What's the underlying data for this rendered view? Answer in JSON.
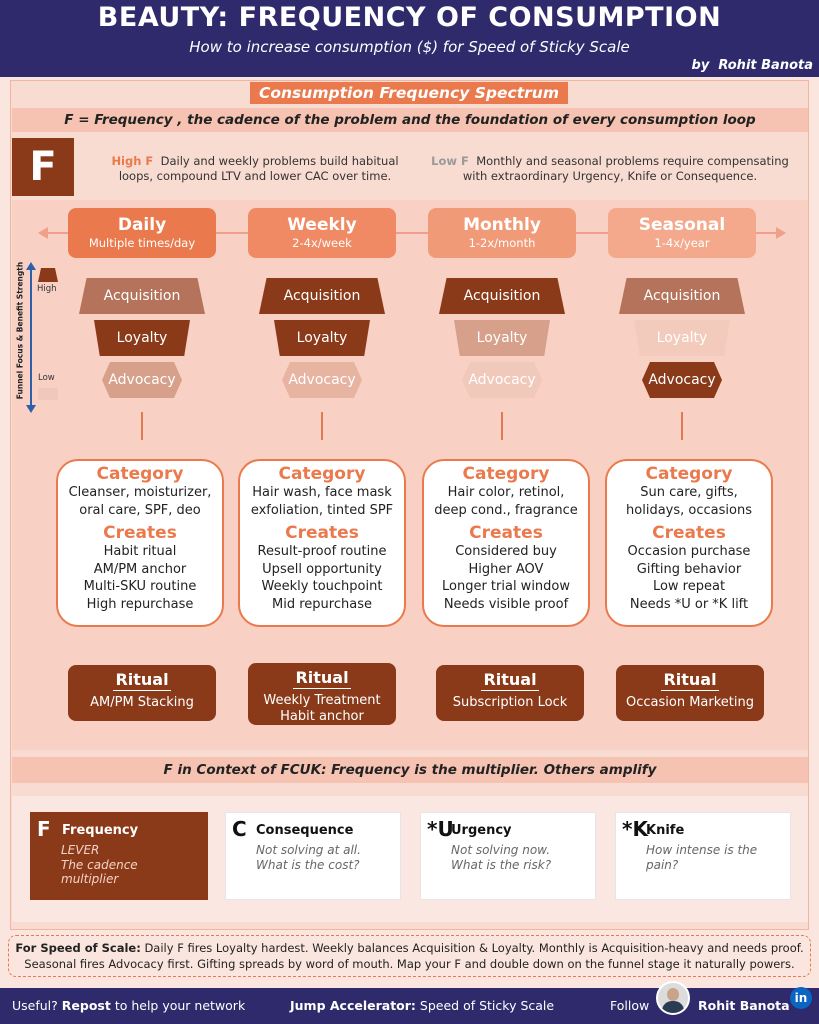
{
  "header": {
    "title": "BEAUTY: FREQUENCY OF CONSUMPTION",
    "subtitle": "How to increase consumption ($) for Speed of Sticky Scale",
    "byline_prefix": "by",
    "byline_name": "Rohit Banota"
  },
  "spectrum_title": "Consumption Frequency Spectrum",
  "definition": "F = Frequency , the cadence of the problem and the foundation of every consumption loop",
  "f_letter": "F",
  "high_f": {
    "label": "High F",
    "text": "Daily and weekly problems build habitual loops, compound LTV and lower CAC over time."
  },
  "low_f": {
    "label": "Low F",
    "text": "Monthly and seasonal problems require compensating with extraordinary Urgency, Knife or Consequence."
  },
  "axis": {
    "label": "Funnel Focus & Benefit Strength",
    "high": "High",
    "low": "Low"
  },
  "colors": {
    "navy": "#2e2a6b",
    "brown": "#8b3a19",
    "orange": "#ea7a4d",
    "peach": "#f6c2b1"
  },
  "columns": [
    {
      "name": "Daily",
      "desc": "Multiple times/day",
      "color": "#ea7a4d",
      "tiers": [
        {
          "label": "Acquisition",
          "color": "#b4735a",
          "strength": "medium"
        },
        {
          "label": "Loyalty",
          "color": "#8b3a19",
          "strength": "high"
        },
        {
          "label": "Advocacy",
          "color": "#d7a08a",
          "strength": "low"
        }
      ],
      "category_title": "Category",
      "category_lines": [
        "Cleanser, moisturizer,",
        "oral care, SPF, deo"
      ],
      "creates_title": "Creates",
      "creates_lines": [
        "Habit ritual",
        "AM/PM anchor",
        "Multi-SKU routine",
        "High repurchase"
      ],
      "ritual_title": "Ritual",
      "ritual_lines": [
        "AM/PM Stacking"
      ]
    },
    {
      "name": "Weekly",
      "desc": "2-4x/week",
      "color": "#ef8a64",
      "tiers": [
        {
          "label": "Acquisition",
          "color": "#8b3a19",
          "strength": "high"
        },
        {
          "label": "Loyalty",
          "color": "#8b3a19",
          "strength": "high"
        },
        {
          "label": "Advocacy",
          "color": "#e7b4a2",
          "strength": "low"
        }
      ],
      "category_title": "Category",
      "category_lines": [
        "Hair wash, face mask",
        "exfoliation, tinted SPF"
      ],
      "creates_title": "Creates",
      "creates_lines": [
        "Result-proof routine",
        "Upsell opportunity",
        "Weekly touchpoint",
        "Mid repurchase"
      ],
      "ritual_title": "Ritual",
      "ritual_lines": [
        "Weekly Treatment",
        "Habit anchor"
      ]
    },
    {
      "name": "Monthly",
      "desc": "1-2x/month",
      "color": "#f19a78",
      "tiers": [
        {
          "label": "Acquisition",
          "color": "#8b3a19",
          "strength": "high"
        },
        {
          "label": "Loyalty",
          "color": "#d7a08a",
          "strength": "medium"
        },
        {
          "label": "Advocacy",
          "color": "#f1c9bb",
          "strength": "low"
        }
      ],
      "category_title": "Category",
      "category_lines": [
        "Hair color, retinol,",
        "deep cond., fragrance"
      ],
      "creates_title": "Creates",
      "creates_lines": [
        "Considered buy",
        "Higher AOV",
        "Longer trial window",
        "Needs visible proof"
      ],
      "ritual_title": "Ritual",
      "ritual_lines": [
        "Subscription Lock"
      ]
    },
    {
      "name": "Seasonal",
      "desc": "1-4x/year",
      "color": "#f4a98d",
      "tiers": [
        {
          "label": "Acquisition",
          "color": "#b4735a",
          "strength": "medium"
        },
        {
          "label": "Loyalty",
          "color": "#f3cbbd",
          "strength": "low"
        },
        {
          "label": "Advocacy",
          "color": "#8b3a19",
          "strength": "high"
        }
      ],
      "category_title": "Category",
      "category_lines": [
        "Sun care, gifts,",
        "holidays, occasions"
      ],
      "creates_title": "Creates",
      "creates_lines": [
        "Occasion purchase",
        "Gifting behavior",
        "Low repeat",
        "Needs *U or *K lift"
      ],
      "ritual_title": "Ritual",
      "ritual_lines": [
        "Occasion Marketing"
      ]
    }
  ],
  "context_title": "F in Context of FCUK:   Frequency is the multiplier. Others amplify",
  "fcuk": [
    {
      "letter": "F",
      "title": "Frequency",
      "lines": [
        "LEVER",
        "The cadence",
        "multiplier"
      ]
    },
    {
      "letter": "C",
      "title": "Consequence",
      "lines": [
        "Not solving at all.",
        "What is the cost?"
      ]
    },
    {
      "letter": "*U",
      "title": "Urgency",
      "lines": [
        "Not solving now.",
        "What is the risk?"
      ]
    },
    {
      "letter": "*K",
      "title": "Knife",
      "lines": [
        "How intense is the",
        "pain?"
      ]
    }
  ],
  "footer_note": {
    "lead": "For Speed of Scale:",
    "line1": "Daily F fires Loyalty hardest. Weekly balances Acquisition & Loyalty. Monthly is Acquisition-heavy and needs proof.",
    "line2": "Seasonal fires Advocacy first. Gifting spreads by word of mouth. Map your F and double down on the funnel stage it naturally powers."
  },
  "bottom_bar": {
    "useful": "Useful?",
    "repost": "Repost",
    "repost_rest": "to help your network",
    "jump_label": "Jump Accelerator:",
    "jump_value": "Speed of Sticky Scale",
    "follow": "Follow",
    "name": "Rohit Banota",
    "linkedin": "in"
  }
}
